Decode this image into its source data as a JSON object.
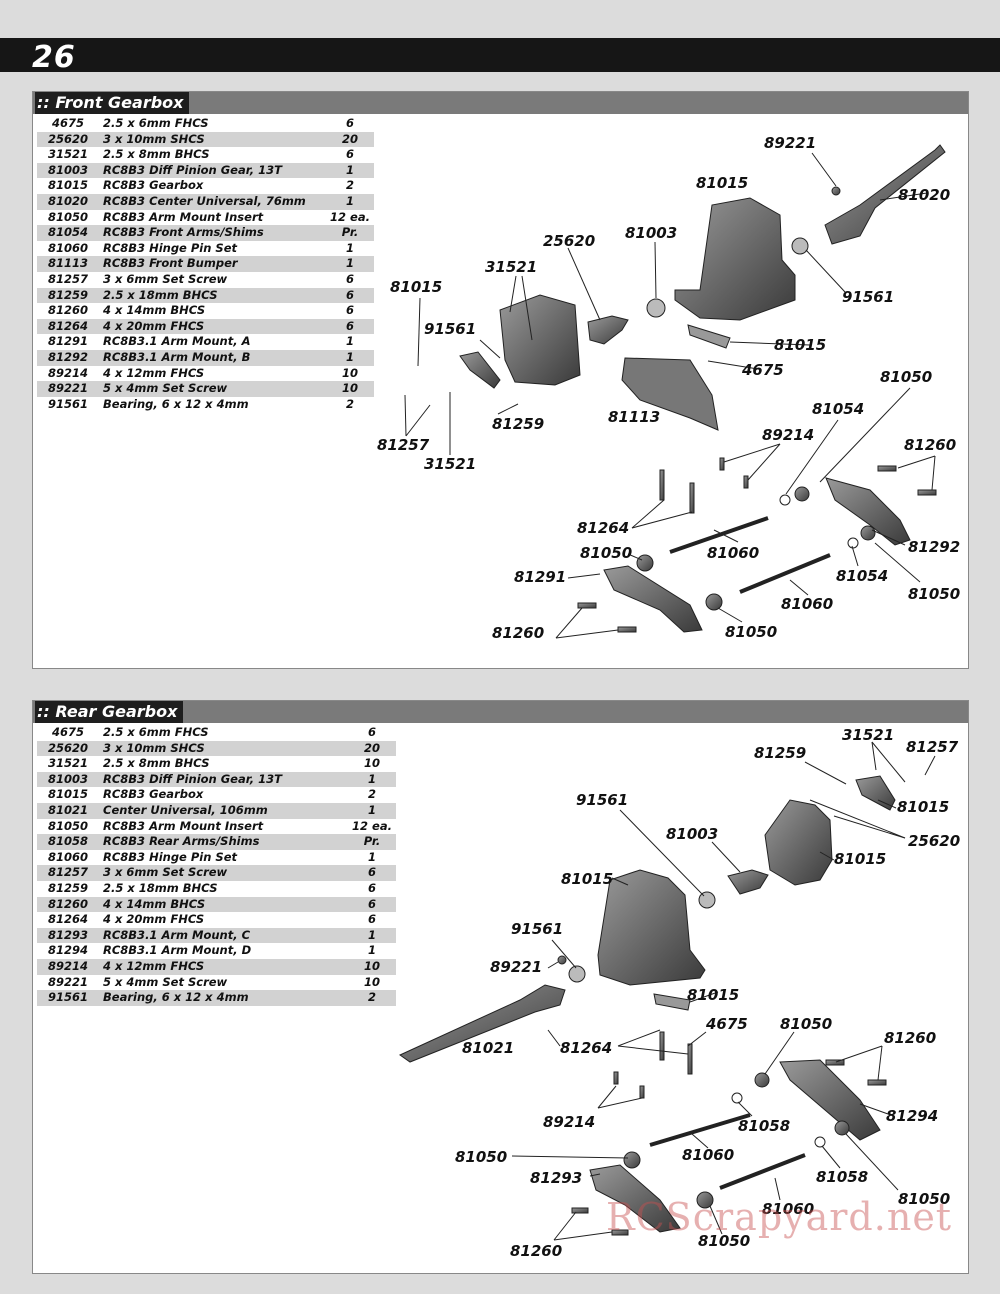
{
  "page_number": "26",
  "front": {
    "title": ":: Front Gearbox",
    "parts": [
      {
        "num": "4675",
        "desc": "2.5 x 6mm FHCS",
        "qty": "6"
      },
      {
        "num": "25620",
        "desc": "3 x 10mm SHCS",
        "qty": "20"
      },
      {
        "num": "31521",
        "desc": "2.5 x 8mm BHCS",
        "qty": "6"
      },
      {
        "num": "81003",
        "desc": "RC8B3 Diff Pinion Gear, 13T",
        "qty": "1"
      },
      {
        "num": "81015",
        "desc": "RC8B3 Gearbox",
        "qty": "2"
      },
      {
        "num": "81020",
        "desc": "RC8B3 Center Universal, 76mm",
        "qty": "1"
      },
      {
        "num": "81050",
        "desc": "RC8B3 Arm Mount Insert",
        "qty": "12 ea."
      },
      {
        "num": "81054",
        "desc": "RC8B3 Front Arms/Shims",
        "qty": "Pr."
      },
      {
        "num": "81060",
        "desc": "RC8B3 Hinge Pin Set",
        "qty": "1"
      },
      {
        "num": "81113",
        "desc": "RC8B3 Front Bumper",
        "qty": "1"
      },
      {
        "num": "81257",
        "desc": "3 x 6mm Set Screw",
        "qty": "6"
      },
      {
        "num": "81259",
        "desc": "2.5 x 18mm BHCS",
        "qty": "6"
      },
      {
        "num": "81260",
        "desc": "4 x 14mm BHCS",
        "qty": "6"
      },
      {
        "num": "81264",
        "desc": "4 x 20mm FHCS",
        "qty": "6"
      },
      {
        "num": "81291",
        "desc": "RC8B3.1 Arm Mount, A",
        "qty": "1"
      },
      {
        "num": "81292",
        "desc": "RC8B3.1 Arm Mount, B",
        "qty": "1"
      },
      {
        "num": "89214",
        "desc": "4 x 12mm FHCS",
        "qty": "10"
      },
      {
        "num": "89221",
        "desc": "5 x 4mm Set Screw",
        "qty": "10"
      },
      {
        "num": "91561",
        "desc": "Bearing, 6 x 12 x 4mm",
        "qty": "2"
      }
    ],
    "callouts": [
      "89221",
      "81015",
      "81020",
      "91561",
      "81003",
      "25620",
      "31521",
      "81015",
      "91561",
      "81015",
      "4675",
      "81113",
      "81259",
      "81257",
      "31521",
      "81050",
      "81054",
      "89214",
      "81260",
      "81264",
      "81050",
      "81060",
      "81292",
      "81291",
      "81054",
      "81060",
      "81050",
      "81260",
      "81050"
    ]
  },
  "rear": {
    "title": ":: Rear Gearbox",
    "parts": [
      {
        "num": "4675",
        "desc": "2.5 x 6mm FHCS",
        "qty": "6"
      },
      {
        "num": "25620",
        "desc": "3 x 10mm SHCS",
        "qty": "20"
      },
      {
        "num": "31521",
        "desc": "2.5 x 8mm BHCS",
        "qty": "10"
      },
      {
        "num": "81003",
        "desc": "RC8B3 Diff Pinion Gear, 13T",
        "qty": "1"
      },
      {
        "num": "81015",
        "desc": "RC8B3 Gearbox",
        "qty": "2"
      },
      {
        "num": "81021",
        "desc": "Center Universal, 106mm",
        "qty": "1"
      },
      {
        "num": "81050",
        "desc": "RC8B3 Arm Mount Insert",
        "qty": "12 ea."
      },
      {
        "num": "81058",
        "desc": "RC8B3 Rear Arms/Shims",
        "qty": "Pr."
      },
      {
        "num": "81060",
        "desc": "RC8B3 Hinge Pin Set",
        "qty": "1"
      },
      {
        "num": "81257",
        "desc": "3 x 6mm Set Screw",
        "qty": "6"
      },
      {
        "num": "81259",
        "desc": "2.5 x 18mm BHCS",
        "qty": "6"
      },
      {
        "num": "81260",
        "desc": "4 x 14mm BHCS",
        "qty": "6"
      },
      {
        "num": "81264",
        "desc": "4 x 20mm FHCS",
        "qty": "6"
      },
      {
        "num": "81293",
        "desc": "RC8B3.1 Arm Mount, C",
        "qty": "1"
      },
      {
        "num": "81294",
        "desc": "RC8B3.1 Arm Mount, D",
        "qty": "1"
      },
      {
        "num": "89214",
        "desc": "4 x 12mm FHCS",
        "qty": "10"
      },
      {
        "num": "89221",
        "desc": "5 x 4mm Set Screw",
        "qty": "10"
      },
      {
        "num": "91561",
        "desc": "Bearing, 6 x 12 x 4mm",
        "qty": "2"
      }
    ],
    "callouts": [
      "31521",
      "81257",
      "81259",
      "81015",
      "25620",
      "91561",
      "81003",
      "81015",
      "81015",
      "91561",
      "89221",
      "81015",
      "4675",
      "81050",
      "81260",
      "81021",
      "81264",
      "81294",
      "89214",
      "81058",
      "81060",
      "81050",
      "81293",
      "81058",
      "81060",
      "81050",
      "81260",
      "81050"
    ]
  },
  "watermark": "RCScrapyard.net"
}
